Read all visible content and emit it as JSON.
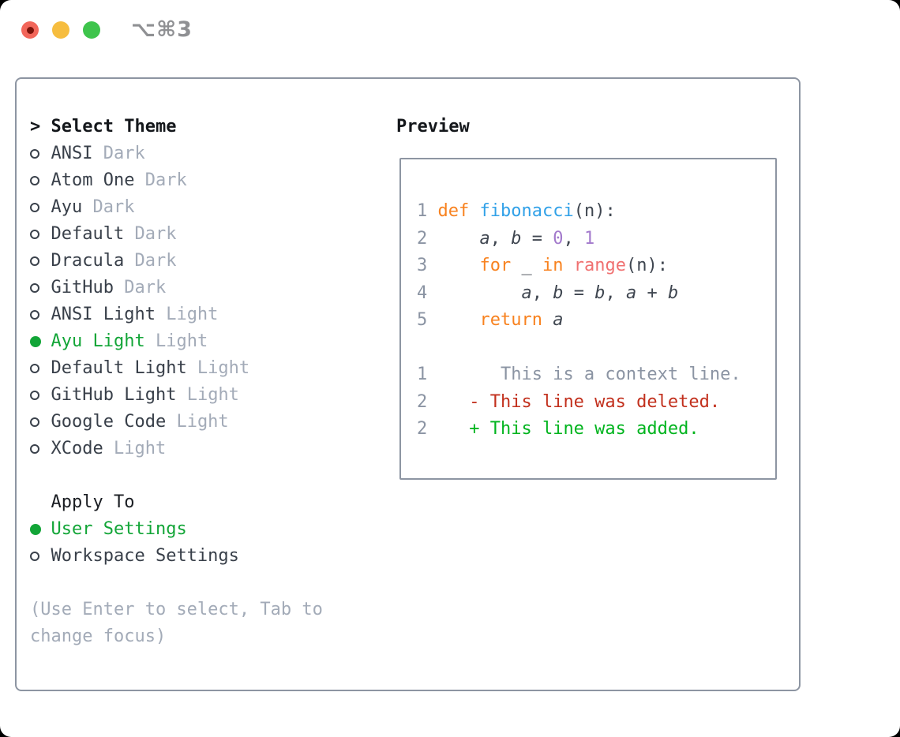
{
  "window": {
    "title": "⌥⌘3",
    "controls": [
      {
        "name": "close-button",
        "color": "#f2665a",
        "has_inner_dot": true
      },
      {
        "name": "minimize-button",
        "color": "#f6bd3f",
        "has_inner_dot": false
      },
      {
        "name": "maximize-button",
        "color": "#3ec44c",
        "has_inner_dot": false
      }
    ]
  },
  "theme_panel": {
    "header": {
      "marker": ">",
      "label": "Select Theme"
    },
    "items": [
      {
        "name": "ANSI",
        "variant": "Dark",
        "selected": false
      },
      {
        "name": "Atom One",
        "variant": "Dark",
        "selected": false
      },
      {
        "name": "Ayu",
        "variant": "Dark",
        "selected": false
      },
      {
        "name": "Default",
        "variant": "Dark",
        "selected": false
      },
      {
        "name": "Dracula",
        "variant": "Dark",
        "selected": false
      },
      {
        "name": "GitHub",
        "variant": "Dark",
        "selected": false
      },
      {
        "name": "ANSI Light",
        "variant": "Light",
        "selected": false
      },
      {
        "name": "Ayu Light",
        "variant": "Light",
        "selected": true
      },
      {
        "name": "Default Light",
        "variant": "Light",
        "selected": false
      },
      {
        "name": "GitHub Light",
        "variant": "Light",
        "selected": false
      },
      {
        "name": "Google Code",
        "variant": "Light",
        "selected": false
      },
      {
        "name": "XCode",
        "variant": "Light",
        "selected": false
      }
    ],
    "apply_to": {
      "header": "Apply To",
      "options": [
        {
          "label": "User Settings",
          "selected": true
        },
        {
          "label": "Workspace Settings",
          "selected": false
        }
      ]
    },
    "hint": "(Use Enter to select, Tab to change focus)"
  },
  "preview_panel": {
    "header": "Preview",
    "lines": [
      [
        {
          "t": "1",
          "c": "ln"
        },
        {
          "t": " ",
          "c": "code"
        },
        {
          "t": "def",
          "c": "kw"
        },
        {
          "t": " ",
          "c": "code"
        },
        {
          "t": "fibonacci",
          "c": "fn"
        },
        {
          "t": "(n):",
          "c": "code"
        }
      ],
      [
        {
          "t": "2",
          "c": "ln"
        },
        {
          "t": "     ",
          "c": "code"
        },
        {
          "t": "a",
          "c": "var"
        },
        {
          "t": ", ",
          "c": "code"
        },
        {
          "t": "b",
          "c": "var"
        },
        {
          "t": " = ",
          "c": "code"
        },
        {
          "t": "0",
          "c": "num"
        },
        {
          "t": ", ",
          "c": "code"
        },
        {
          "t": "1",
          "c": "num"
        }
      ],
      [
        {
          "t": "3",
          "c": "ln"
        },
        {
          "t": "     ",
          "c": "code"
        },
        {
          "t": "for",
          "c": "kw"
        },
        {
          "t": " _ ",
          "c": "code"
        },
        {
          "t": "in",
          "c": "kw"
        },
        {
          "t": " ",
          "c": "code"
        },
        {
          "t": "range",
          "c": "call"
        },
        {
          "t": "(n):",
          "c": "code"
        }
      ],
      [
        {
          "t": "4",
          "c": "ln"
        },
        {
          "t": "         ",
          "c": "code"
        },
        {
          "t": "a",
          "c": "var"
        },
        {
          "t": ", ",
          "c": "code"
        },
        {
          "t": "b",
          "c": "var"
        },
        {
          "t": " = ",
          "c": "code"
        },
        {
          "t": "b",
          "c": "var"
        },
        {
          "t": ", ",
          "c": "code"
        },
        {
          "t": "a",
          "c": "var"
        },
        {
          "t": " + ",
          "c": "code"
        },
        {
          "t": "b",
          "c": "var"
        }
      ],
      [
        {
          "t": "5",
          "c": "ln"
        },
        {
          "t": "     ",
          "c": "code"
        },
        {
          "t": "return",
          "c": "kw"
        },
        {
          "t": " ",
          "c": "code"
        },
        {
          "t": "a",
          "c": "var"
        }
      ],
      [],
      [
        {
          "t": "1",
          "c": "ln"
        },
        {
          "t": "       ",
          "c": "code"
        },
        {
          "t": "This is a context line.",
          "c": "ctx"
        }
      ],
      [
        {
          "t": "2",
          "c": "ln"
        },
        {
          "t": "    ",
          "c": "code"
        },
        {
          "t": "- This line was deleted.",
          "c": "del"
        }
      ],
      [
        {
          "t": "2",
          "c": "ln"
        },
        {
          "t": "    ",
          "c": "code"
        },
        {
          "t": "+ This line was added.",
          "c": "add"
        }
      ]
    ]
  },
  "colors": {
    "selection_green": "#12a537",
    "diff_added": "#00b41e",
    "diff_deleted": "#c2301d",
    "diff_context": "#8b94a3",
    "syntax_keyword": "#f8821f",
    "syntax_function": "#31a1e8",
    "syntax_constant": "#a37acc",
    "syntax_call": "#f07171",
    "line_number": "#8b94a3",
    "panel_border": "#8d95a2",
    "muted_text": "#a3abb8"
  }
}
